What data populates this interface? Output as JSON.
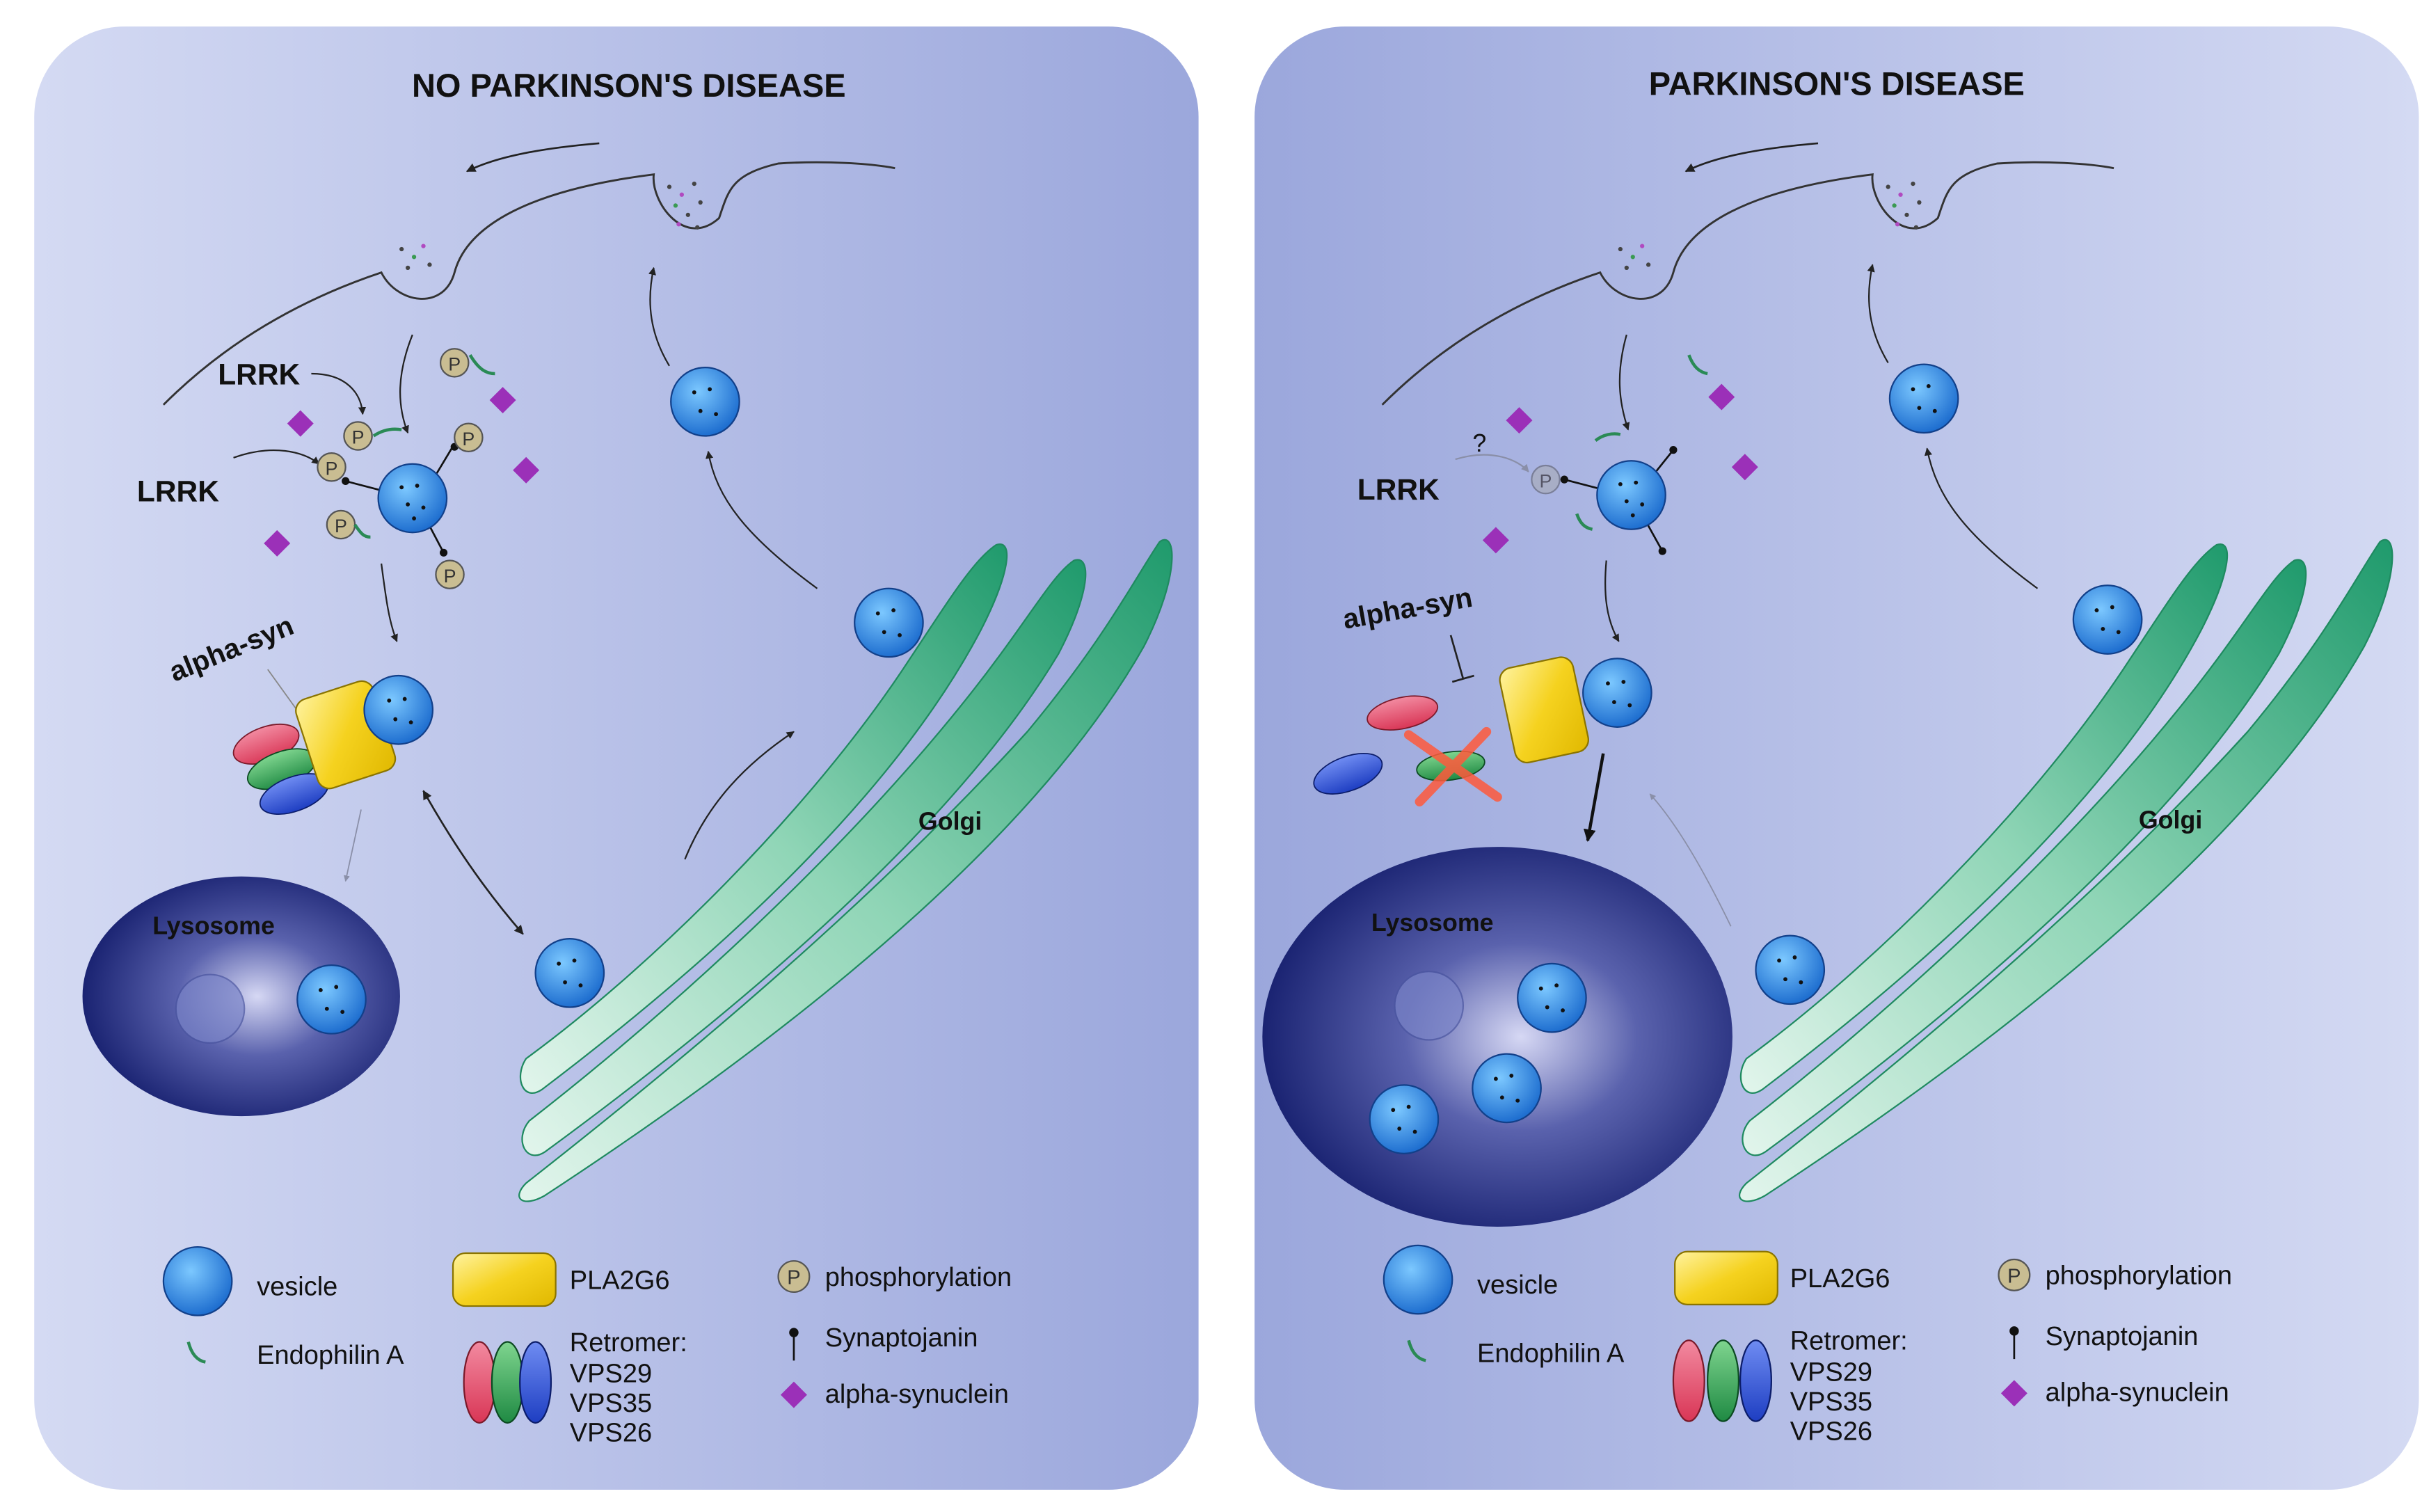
{
  "panels": {
    "left": {
      "title": "NO PARKINSON'S DISEASE"
    },
    "right": {
      "title": "PARKINSON'S DISEASE"
    }
  },
  "labels": {
    "lrrk": "LRRK",
    "alpha_syn": "alpha-syn",
    "lysosome": "Lysosome",
    "golgi": "Golgi",
    "phospho_letter": "P",
    "question": "?"
  },
  "legend": {
    "vesicle": "vesicle",
    "endophilin": "Endophilin A",
    "pla2g6": "PLA2G6",
    "retromer_title": "Retromer:",
    "retromer_1": "VPS29",
    "retromer_2": "VPS35",
    "retromer_3": "VPS26",
    "phosphorylation": "phosphorylation",
    "synaptojanin": "Synaptojanin",
    "alpha_synuclein": "alpha-synuclein"
  },
  "colors": {
    "cell_light": "#d3d9f2",
    "cell_dark": "#9aa6dc",
    "vesicle": "#2f8be0",
    "pla2g6": "#f5d21f",
    "vps29": "#e4506b",
    "vps35": "#35a45a",
    "vps26": "#2f55d8",
    "alpha_synuclein": "#9b30b8",
    "lysosome": "#1e2a78",
    "golgi": "#2aa87a",
    "phospho": "#c9bd92",
    "inhibit_cross": "#ff5a3c"
  }
}
